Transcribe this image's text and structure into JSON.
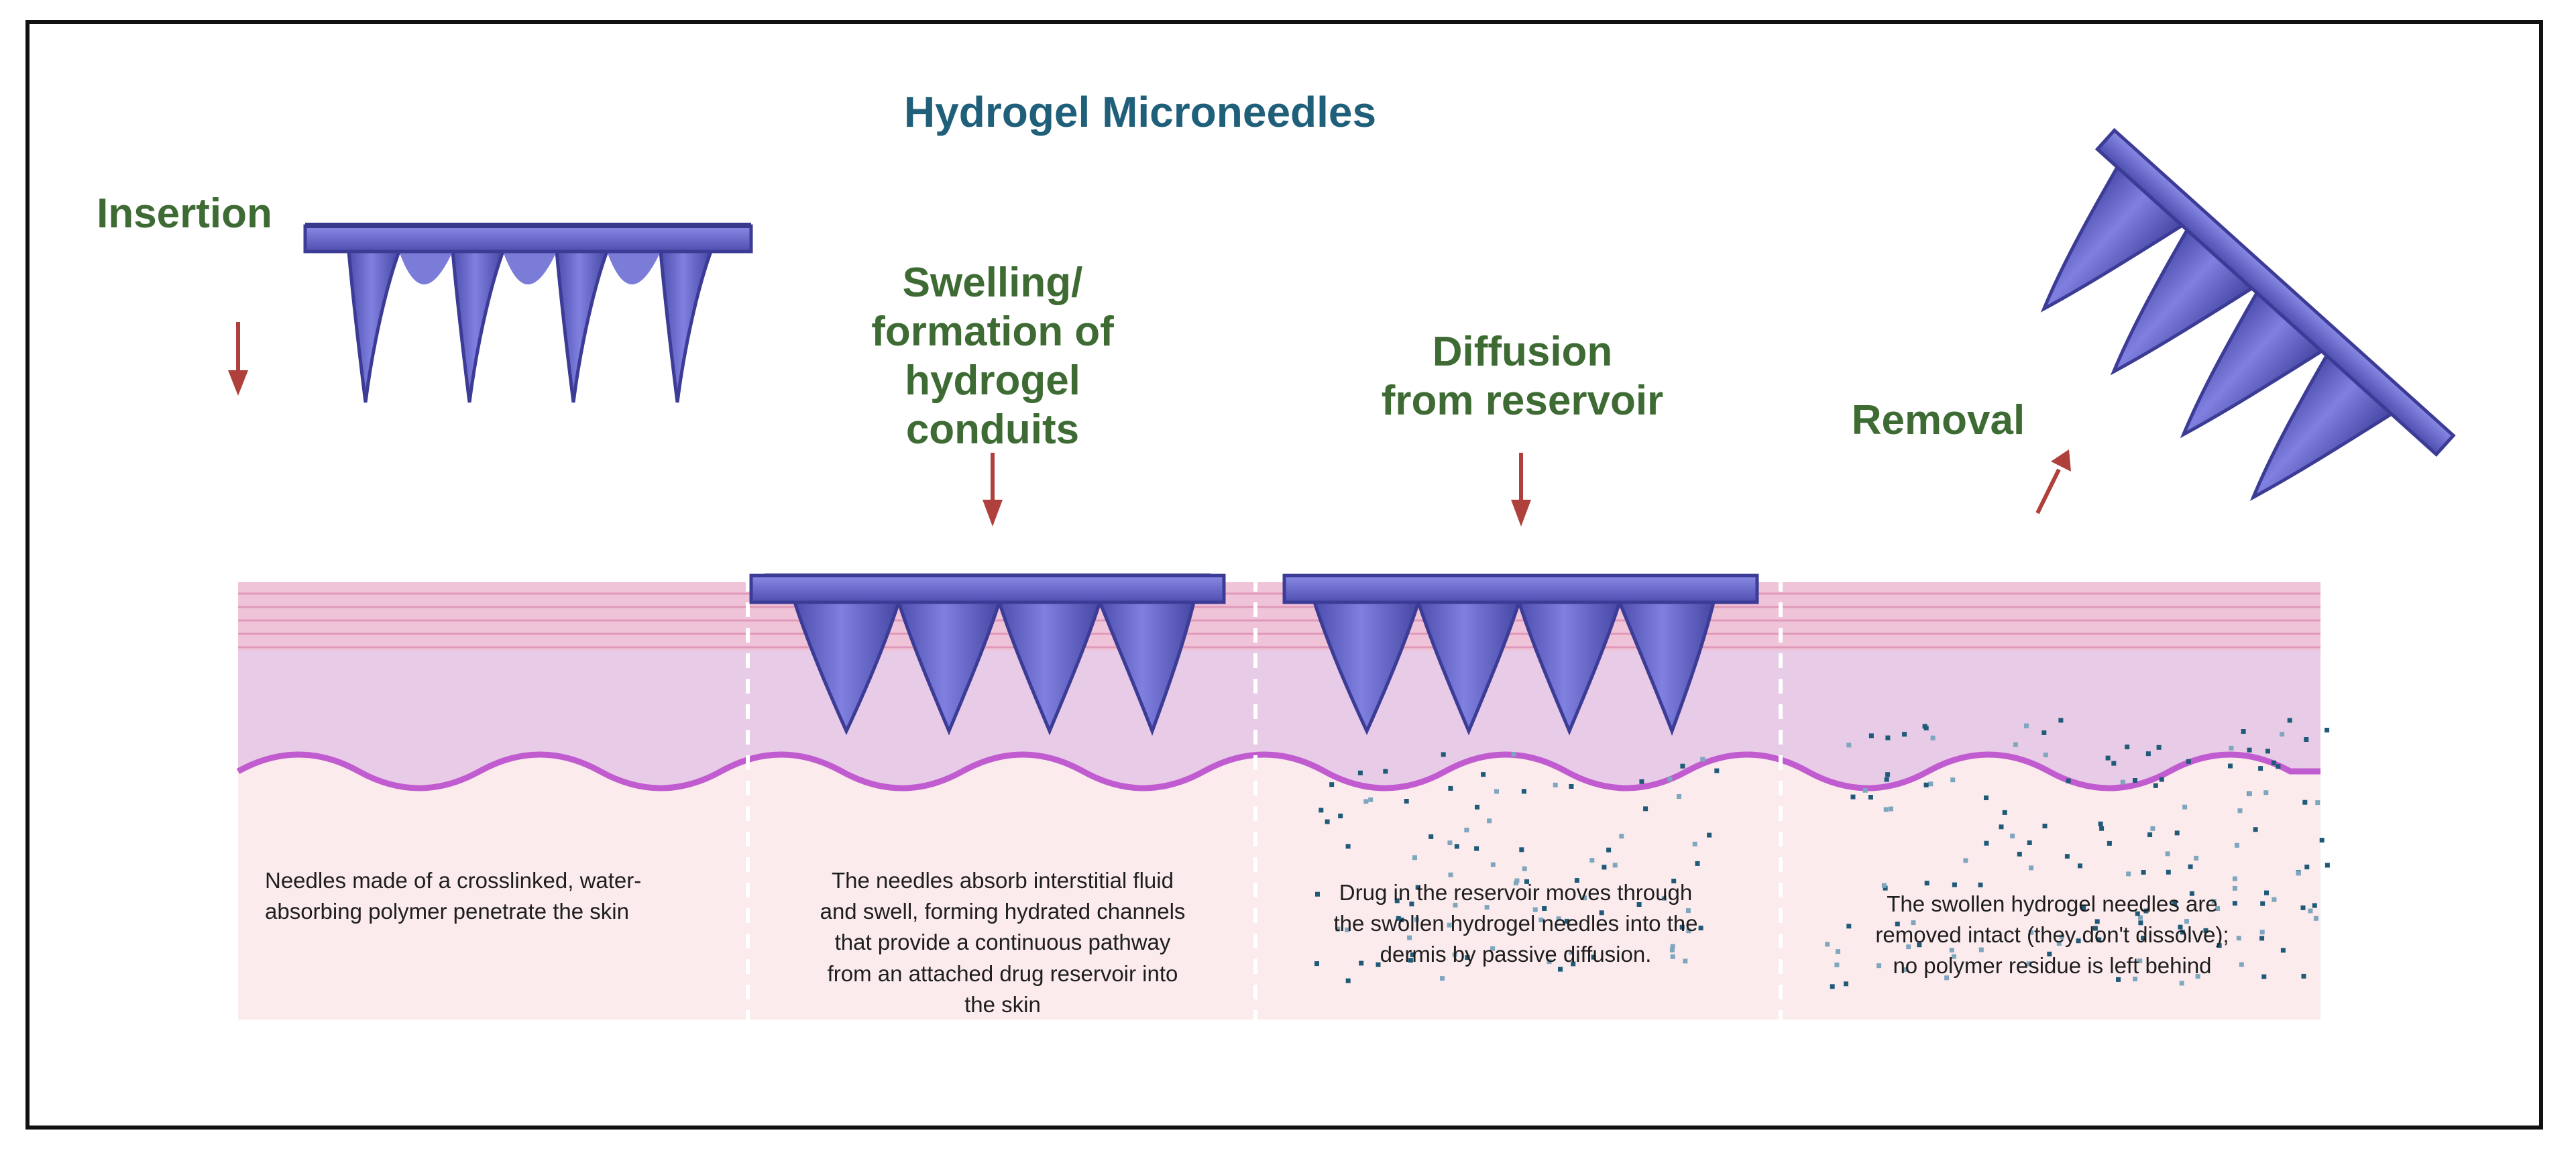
{
  "title": "Hydrogel Microneedles",
  "stages": [
    {
      "label": "Insertion",
      "caption": "Needles made of a crosslinked, water-absorbing polymer penetrate the skin"
    },
    {
      "label_lines": [
        "Swelling/",
        "formation of",
        "hydrogel",
        "conduits"
      ],
      "caption_lines": [
        "The needles absorb interstitial fluid",
        "and swell, forming hydrated channels",
        "that provide a continuous pathway",
        "from an attached drug reservoir into",
        "the skin"
      ]
    },
    {
      "label_lines": [
        "Diffusion",
        "from reservoir"
      ],
      "caption_lines": [
        "Drug in the reservoir moves through",
        "the swollen hydrogel needles into the",
        "dermis by passive diffusion."
      ]
    },
    {
      "label": "Removal",
      "caption_lines": [
        "The swollen hydrogel needles are",
        "removed intact (they don't dissolve);",
        "no polymer residue is left behind"
      ]
    }
  ],
  "colors": {
    "title": "#1f5f7a",
    "label": "#3e6b33",
    "arrow": "#b0403c",
    "needle": "#6a6ad0",
    "needle_dark": "#3c3c96",
    "stratum": "#f0c4d8",
    "epidermis": "#e8cbe6",
    "dermis": "#fbebec",
    "junction": "#c05cd0",
    "particle_dark": "#1f5a78",
    "particle_light": "#7fa6bf"
  }
}
